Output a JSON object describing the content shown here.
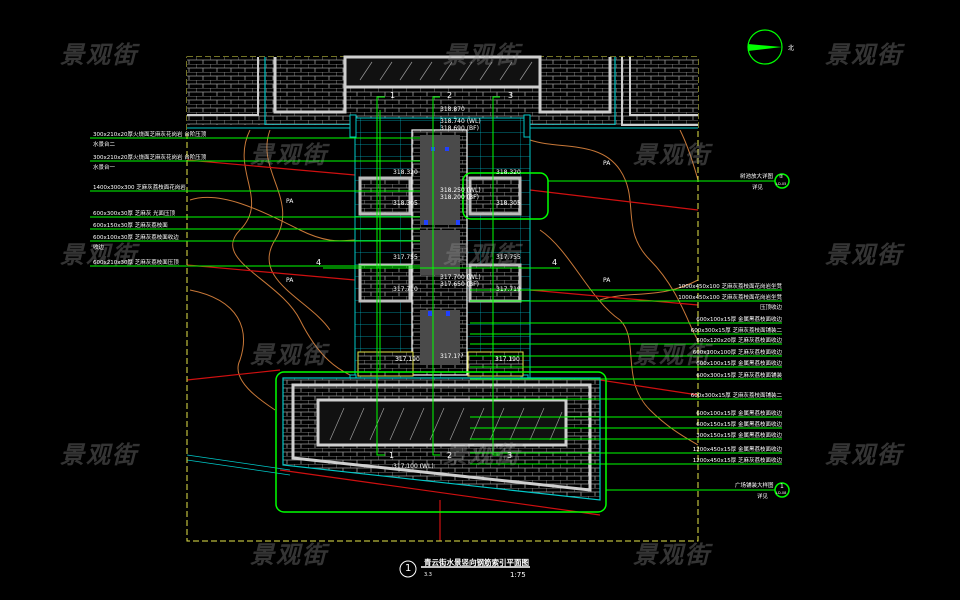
{
  "title": {
    "number": "1",
    "name": "青云街水景竖向钢筋索引平面图",
    "sub": "3.3",
    "scale": "1:75"
  },
  "north_label": "北",
  "watermark": "景观街",
  "area_labels": [
    "PA",
    "PA",
    "PA",
    "PA"
  ],
  "section_marks": [
    "1",
    "2",
    "3",
    "4",
    "4",
    "1",
    "2",
    "3"
  ],
  "levels": {
    "top": "318.870",
    "wl1": "318.740 (WL)",
    "bf1": "318.690 (BF)",
    "p1l": "318.320",
    "p1r": "318.320",
    "p1lb": "318.305",
    "p1rb": "318.305",
    "wl2": "318.250 (WL)",
    "bf2": "318.200 (BF)",
    "p2l": "317.755",
    "p2r": "317.755",
    "wl3": "317.700 (WL)",
    "bf3": "317.650 (BF)",
    "p2lb": "317.710",
    "p2rb": "317.719",
    "p3l": "317.190",
    "p3r": "317.190",
    "wl4": "317.1??",
    "pool": "317.100 (WL)"
  },
  "left_labels": [
    "300x210x20厚火烧面芝麻灰花岗岩 台阶压顶",
    "水景台二",
    "300x210x20厚火烧面芝麻灰花岗岩 台阶压顶",
    "水景台一",
    "1400x300x300 芝麻灰荔枝面花岗岩",
    "600x300x30厚 芝麻灰 光面压顶",
    "600x150x30厚 芝麻灰荔枝面",
    "600x100x30厚 芝麻灰荔枝面收边",
    "收边",
    "600x210x30厚 芝麻灰荔枝面压顶"
  ],
  "right_labels": [
    "1000x450x100 芝麻灰荔枝面花岗岩坐凳",
    "1000x450x100 芝麻灰荔枝面花岗岩坐凳",
    "压顶收边",
    "600x100x15厚 金属黑荔枝面收边",
    "600x300x15厚 芝麻灰荔枝面铺装二",
    "600x120x20厚 芝麻灰荔枝面收边",
    "600x100x100厚 芝麻灰荔枝面收边",
    "600x100x15厚 金属黑荔枝面收边",
    "600x300x15厚 芝麻灰荔枝面铺装",
    "600x300x15厚 芝麻灰荔枝面铺装二",
    "600x100x15厚 金属黑荔枝面收边",
    "600x150x15厚 金属黑荔枝面收边",
    "300x150x15厚 金属黑荔枝面收边",
    "1200x450x15厚 金属黑荔枝面收边",
    "1200x450x15厚 芝麻灰荔枝面收边"
  ],
  "callouts": [
    {
      "text": "树池放大详图",
      "sub": "详见",
      "num": "②",
      "ref": "LD-05"
    },
    {
      "text": "广场铺装大样图",
      "sub": "详见",
      "num": "1",
      "ref": "LD-08"
    }
  ],
  "colors": {
    "bg": "#000000",
    "green": "#00ff00",
    "cyan": "#00c8c8",
    "yellow": "#e6e64a",
    "red": "#d01010",
    "orange": "#d08040",
    "grey": "#bdbdbd",
    "water": "#4a4a4a"
  }
}
